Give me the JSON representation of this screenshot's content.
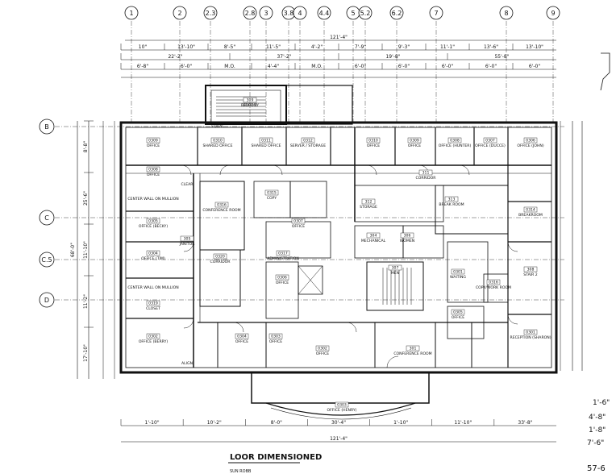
{
  "sheet": {
    "title": "LOOR DIMENSIONED",
    "subtitle": "SUN ROBB",
    "page_number": "57-6"
  },
  "grid_columns": [
    {
      "label": "1"
    },
    {
      "label": "2"
    },
    {
      "label": "2.3"
    },
    {
      "label": "2.8"
    },
    {
      "label": "3"
    },
    {
      "label": "3.8"
    },
    {
      "label": "4"
    },
    {
      "label": "4.4"
    },
    {
      "label": "5"
    },
    {
      "label": "5.2"
    },
    {
      "label": "6.2"
    },
    {
      "label": "7"
    },
    {
      "label": "8"
    },
    {
      "label": "9"
    }
  ],
  "grid_rows": [
    {
      "label": "B"
    },
    {
      "label": "C"
    },
    {
      "label": "C.5"
    },
    {
      "label": "D"
    }
  ],
  "top_dimensions": {
    "overall": "121'-4\"",
    "row1": [
      "10\"",
      "13'-10\"",
      "8'-5\"",
      "11'-5\"",
      "4'-2\"",
      "7'-9\"",
      "9'-3\"",
      "11'-1\"",
      "13'-6\"",
      "13'-10\""
    ],
    "row2": [
      "22'-2\"",
      "37'-2\"",
      "19'-8\"",
      "55'-8\""
    ],
    "row3": [
      "6'-8\"",
      "6'-0\"",
      "M.O.",
      "4'-4\"",
      "M.O.",
      "6'-0\"",
      "6'-0\"",
      "6'-0\"",
      "6'-0\"",
      "6'-0\""
    ]
  },
  "bottom_dimensions": {
    "overall": "121'-4\"",
    "row1": [
      "1'-10\"",
      "10'-2\"",
      "8'-0\"",
      "30'-4\"",
      "1'-10\"",
      "11'-10\"",
      "33'-8\""
    ]
  },
  "left_dimensions": {
    "overall": "68'-0\"",
    "segments": [
      "8'-8\"",
      "25'-6\"",
      "11'-10\"",
      "11'-2\"",
      "17'-10\""
    ]
  },
  "rooms": [
    {
      "id": "309",
      "label": "STAIR 1"
    },
    {
      "id": "0309",
      "label": "OFFICE"
    },
    {
      "id": "0310",
      "label": "SHARED OFFICE"
    },
    {
      "id": "0311",
      "label": "SHARED OFFICE"
    },
    {
      "id": "0312",
      "label": "SERVER / STORAGE"
    },
    {
      "id": "0310",
      "label": "OFFICE"
    },
    {
      "id": "0309",
      "label": "OFFICE"
    },
    {
      "id": "0308",
      "label": "OFFICE (HUNTER)"
    },
    {
      "id": "0307",
      "label": "OFFICE (DUCCE)"
    },
    {
      "id": "0306",
      "label": "OFFICE (JOHN)"
    },
    {
      "id": "0308",
      "label": "OFFICE"
    },
    {
      "id": "0316",
      "label": "CONFERENCE ROOM"
    },
    {
      "id": "0315",
      "label": "COPY"
    },
    {
      "id": "311",
      "label": "CORRIDOR"
    },
    {
      "id": "312",
      "label": "STORAGE"
    },
    {
      "id": "313",
      "label": "BREAK ROOM"
    },
    {
      "id": "0314",
      "label": "BREAKROOM"
    },
    {
      "id": "0305",
      "label": "OFFICE (BECKY)"
    },
    {
      "id": "0307",
      "label": "OFFICE"
    },
    {
      "id": "304",
      "label": "MECHANICAL"
    },
    {
      "id": "305",
      "label": "JANITOR"
    },
    {
      "id": "0320",
      "label": "CORRIDOR"
    },
    {
      "id": "0317",
      "label": "ADMINISTRATION"
    },
    {
      "id": "306",
      "label": "WOMEN"
    },
    {
      "id": "307",
      "label": "MEN"
    },
    {
      "id": "308",
      "label": "STAIR 2"
    },
    {
      "id": "0304",
      "label": "OFFICE (TIM)"
    },
    {
      "id": "0306",
      "label": "OFFICE"
    },
    {
      "id": "0301",
      "label": "WAITING"
    },
    {
      "id": "0316",
      "label": "COPY/WORK ROOM"
    },
    {
      "id": "0319",
      "label": "CLOSET"
    },
    {
      "id": "0305",
      "label": "OFFICE"
    },
    {
      "id": "0302",
      "label": "OFFICE (BERRY)"
    },
    {
      "id": "0304",
      "label": "OFFICE"
    },
    {
      "id": "0303",
      "label": "OFFICE"
    },
    {
      "id": "0302",
      "label": "OFFICE"
    },
    {
      "id": "301",
      "label": "CONFERENCE ROOM"
    },
    {
      "id": "0301",
      "label": "RECEPTION (SHARON)"
    },
    {
      "id": "0303",
      "label": "OFFICE (HENRY)"
    },
    {
      "id": "",
      "label": "BALCONY"
    }
  ],
  "annotations": {
    "center_wall_1": "CENTER WALL ON MULLION",
    "center_wall_2": "CENTER WALL ON MULLION",
    "equal": "EQUAL",
    "clear": "CLEAR",
    "align": "ALIGN",
    "handwritten": [
      "1'-6\"",
      "4'-8\"",
      "1'-8\"",
      "7'-6\""
    ]
  },
  "colors": {
    "ink": "#111111",
    "paper": "#ffffff"
  }
}
